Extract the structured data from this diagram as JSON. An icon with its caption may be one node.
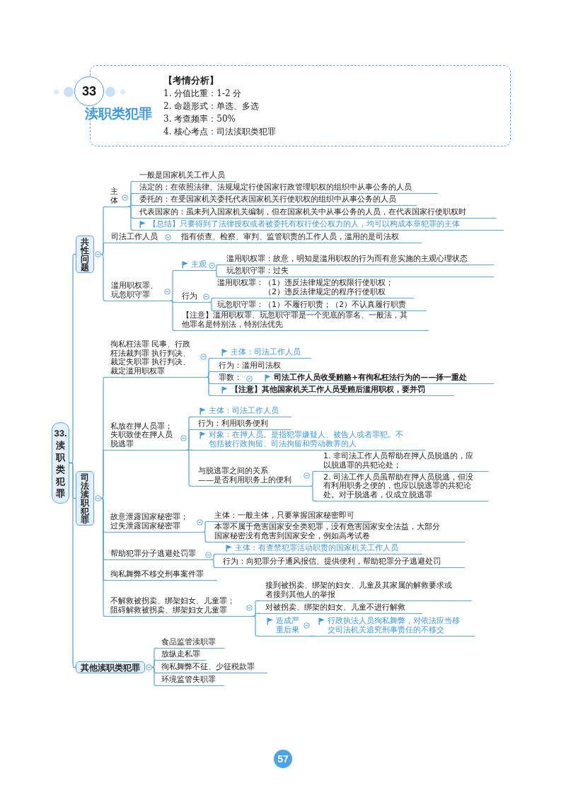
{
  "diagram": {
    "title": "渎职类犯罪",
    "nodes": [
      {
        "text": [
          "33"
        ]
      },
      {
        "text": [
          "【考情分析】",
          "1. 分值比重：1-2 分",
          "2. 命题形式：单选、多选",
          "3. 考查频率：50%",
          "4. 核心考点：司法渎职类犯罪"
        ]
      },
      {
        "text": [
          "33.渎职类犯罪"
        ]
      },
      {
        "text": [
          "共性问题"
        ]
      },
      {
        "text": [
          "主体"
        ]
      },
      {
        "text": [
          "一般是国家机关工作人员"
        ]
      },
      {
        "text": [
          "法定的：在依照法律、法规规定行使国家行政管理职权的组织中从事公务的人员"
        ]
      },
      {
        "text": [
          "委托的：在受国家机关委托代表国家机关行使职权的组织中从事公务的人员"
        ]
      },
      {
        "text": [
          "代表国家的：虽未列入国家机关编制，但在国家机关中从事公务的人员，在代表国家行使职权时"
        ]
      },
      {
        "text": [
          "【总结】只要得到了法律授权或者被委托有权行使公权力的人，均可以构成本章犯罪的主体"
        ]
      },
      {
        "text": [
          "司法工作人员"
        ]
      },
      {
        "text": [
          "指有侦查、检察、审判、监管职责的工作人员，滥用的是司法权"
        ]
      },
      {
        "text": [
          "滥用职权罪、玩忽职守罪"
        ]
      },
      {
        "text": [
          "主观"
        ]
      },
      {
        "text": [
          "滥用职权罪：故意，明知是滥用职权的行为而有意实施的主观心理状态"
        ]
      },
      {
        "text": [
          "玩忽职守罪：过失"
        ]
      },
      {
        "text": [
          "行为"
        ]
      },
      {
        "text": [
          "滥用职权罪：（1）违反法律规定的权限行使职权；（2）违反法律规定的程序行使职权"
        ]
      },
      {
        "text": [
          "玩忽职守罪：（1）不履行职责；（2）不认真履行职责"
        ]
      },
      {
        "text": [
          "【注意】滥用职权罪、玩忽职守罪是一个兜底的罪名、一般法，其他罪名是特别法，特别法优先"
        ]
      },
      {
        "text": [
          "司法渎职犯罪"
        ]
      },
      {
        "text": [
          "徇私枉法罪 民事、行政枉法裁判罪 执行判决、裁定失职罪 执行判决、裁定滥用职权罪"
        ]
      },
      {
        "text": [
          "主体：司法工作人员"
        ]
      },
      {
        "text": [
          "行为：滥用司法权"
        ]
      },
      {
        "text": [
          "罪数："
        ]
      },
      {
        "text": [
          "司法工作人员收受贿赂+有徇私枉法行为的——择一重处"
        ]
      },
      {
        "text": [
          "【注意】其他国家机关工作人员受贿后滥用职权，要并罚"
        ]
      },
      {
        "text": [
          "私放在押人员罪；失职致使在押人员脱逃罪"
        ]
      },
      {
        "text": [
          "主体：司法工作人员"
        ]
      },
      {
        "text": [
          "行为：利用职务便利"
        ]
      },
      {
        "text": [
          "对象：在押人员。是指犯罪嫌疑人、被告人或者罪犯。不包括被行政拘留、司法拘留和劳动教养的人"
        ]
      },
      {
        "text": [
          "与脱逃罪之间的关系——是否利用职务上的便利"
        ]
      },
      {
        "text": [
          "1. 非司法工作人员帮助在押人员脱逃的，应以脱逃罪的共犯论处；"
        ]
      },
      {
        "text": [
          "2. 司法工作人员虽帮助在押人员脱逃，但没有利用职务之便的，也应以脱逃罪的共犯论处。对于脱逃者，仅成立脱逃罪"
        ]
      },
      {
        "text": [
          "故意泄露国家秘密罪；过失泄露国家秘密罪"
        ]
      },
      {
        "text": [
          "主体：一般主体，只要掌握国家秘密即可"
        ]
      },
      {
        "text": [
          "本罪不属于危害国家安全类犯罪，没有危害国家安全法益，大部分国家秘密没有危害到国家安全，例如高考试卷"
        ]
      },
      {
        "text": [
          "帮助犯罪分子逃避处罚罪"
        ]
      },
      {
        "text": [
          "主体：有查禁犯罪活动职责的国家机关工作人员"
        ]
      },
      {
        "text": [
          "行为：向犯罪分子通风报信、提供便利，帮助犯罪分子逃避处罚"
        ]
      },
      {
        "text": [
          "徇私舞弊不移交刑事案件罪"
        ]
      },
      {
        "text": [
          "不解救被拐卖、绑架妇女、儿童罪；阻碍解救被拐卖、绑架妇女儿童罪"
        ]
      },
      {
        "text": [
          "接到被拐卖、绑架的妇女、儿童及其家属的解救要求或者接到其他人的举报"
        ]
      },
      {
        "text": [
          "对被拐卖、绑架的妇女、儿童不进行解救"
        ]
      },
      {
        "text": [
          "造成严重后果"
        ]
      },
      {
        "text": [
          "行政执法人员徇私舞弊，对依法应当移交司法机关追究刑事责任的不移交"
        ]
      },
      {
        "text": [
          "其他渎职类犯罪"
        ]
      },
      {
        "text": [
          "食品监管渎职罪"
        ]
      },
      {
        "text": [
          "放纵走私罪"
        ]
      },
      {
        "text": [
          "徇私舞弊不征、少征税款罪"
        ]
      },
      {
        "text": [
          "环境监管失职罪"
        ]
      },
      {
        "text": [
          "57"
        ]
      }
    ],
    "edges": [
      {
        "from": 2,
        "to": 3,
        "arrow": "none"
      },
      {
        "from": 2,
        "to": 20,
        "arrow": "none"
      },
      {
        "from": 2,
        "to": 46,
        "arrow": "none"
      },
      {
        "from": 3,
        "to": 4,
        "arrow": "none"
      },
      {
        "from": 3,
        "to": 10,
        "arrow": "none"
      },
      {
        "from": 3,
        "to": 12,
        "arrow": "none"
      },
      {
        "from": 4,
        "to": 5,
        "arrow": "none"
      },
      {
        "from": 4,
        "to": 6,
        "arrow": "none"
      },
      {
        "from": 4,
        "to": 7,
        "arrow": "none"
      },
      {
        "from": 4,
        "to": 8,
        "arrow": "none"
      },
      {
        "from": 4,
        "to": 9,
        "arrow": "none"
      },
      {
        "from": 10,
        "to": 11,
        "arrow": "none"
      },
      {
        "from": 12,
        "to": 13,
        "arrow": "none"
      },
      {
        "from": 12,
        "to": 16,
        "arrow": "none"
      },
      {
        "from": 12,
        "to": 19,
        "arrow": "none"
      },
      {
        "from": 13,
        "to": 14,
        "arrow": "none"
      },
      {
        "from": 13,
        "to": 15,
        "arrow": "none"
      },
      {
        "from": 16,
        "to": 17,
        "arrow": "none"
      },
      {
        "from": 16,
        "to": 18,
        "arrow": "none"
      },
      {
        "from": 20,
        "to": 21,
        "arrow": "none"
      },
      {
        "from": 20,
        "to": 27,
        "arrow": "none"
      },
      {
        "from": 20,
        "to": 34,
        "arrow": "none"
      },
      {
        "from": 20,
        "to": 37,
        "arrow": "none"
      },
      {
        "from": 20,
        "to": 40,
        "arrow": "none"
      },
      {
        "from": 20,
        "to": 41,
        "arrow": "none"
      },
      {
        "from": 21,
        "to": 22,
        "arrow": "none"
      },
      {
        "from": 21,
        "to": 23,
        "arrow": "none"
      },
      {
        "from": 21,
        "to": 24,
        "arrow": "none"
      },
      {
        "from": 21,
        "to": 26,
        "arrow": "none"
      },
      {
        "from": 24,
        "to": 25,
        "arrow": "none"
      },
      {
        "from": 27,
        "to": 28,
        "arrow": "none"
      },
      {
        "from": 27,
        "to": 29,
        "arrow": "none"
      },
      {
        "from": 27,
        "to": 30,
        "arrow": "none"
      },
      {
        "from": 27,
        "to": 31,
        "arrow": "none"
      },
      {
        "from": 31,
        "to": 32,
        "arrow": "none"
      },
      {
        "from": 31,
        "to": 33,
        "arrow": "none"
      },
      {
        "from": 34,
        "to": 35,
        "arrow": "none"
      },
      {
        "from": 34,
        "to": 36,
        "arrow": "none"
      },
      {
        "from": 37,
        "to": 38,
        "arrow": "none"
      },
      {
        "from": 37,
        "to": 39,
        "arrow": "none"
      },
      {
        "from": 41,
        "to": 42,
        "arrow": "none"
      },
      {
        "from": 41,
        "to": 43,
        "arrow": "none"
      },
      {
        "from": 41,
        "to": 44,
        "arrow": "none"
      },
      {
        "from": 44,
        "to": 45,
        "arrow": "none"
      },
      {
        "from": 46,
        "to": 47,
        "arrow": "none"
      },
      {
        "from": 46,
        "to": 48,
        "arrow": "none"
      },
      {
        "from": 46,
        "to": 49,
        "arrow": "none"
      },
      {
        "from": 46,
        "to": 50,
        "arrow": "none"
      }
    ]
  }
}
